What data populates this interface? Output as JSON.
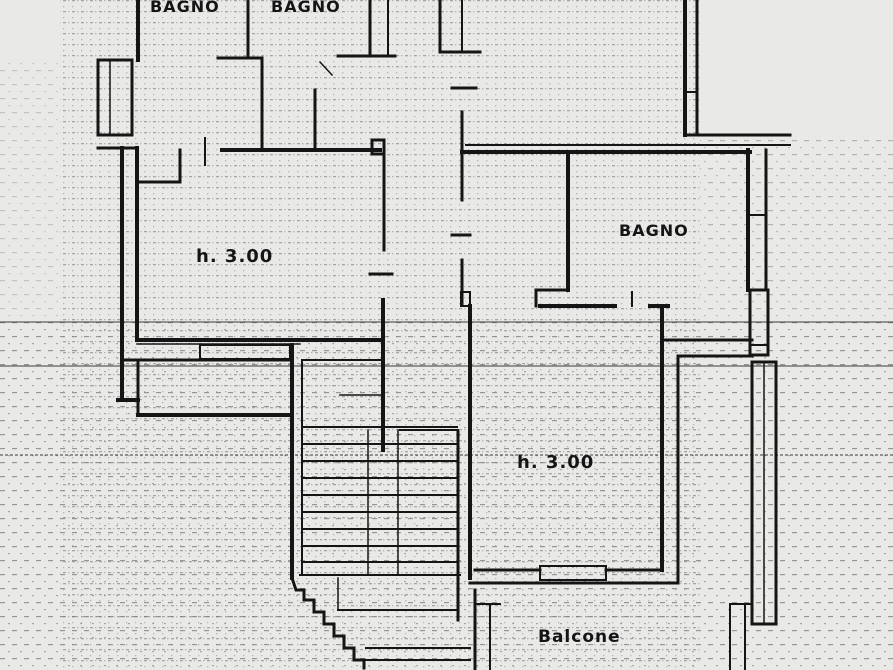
{
  "plan": {
    "paper_color": "#e9e9e7",
    "ink_color": "#151515",
    "grid_color": "#6d6d6d"
  },
  "labels": {
    "bathroom_1": "BAGNO",
    "bathroom_2": "BAGNO",
    "bathroom_3": "BAGNO",
    "room_height_1": "h. 3.00",
    "room_height_2": "h. 3.00",
    "balcony": "Balcone"
  }
}
